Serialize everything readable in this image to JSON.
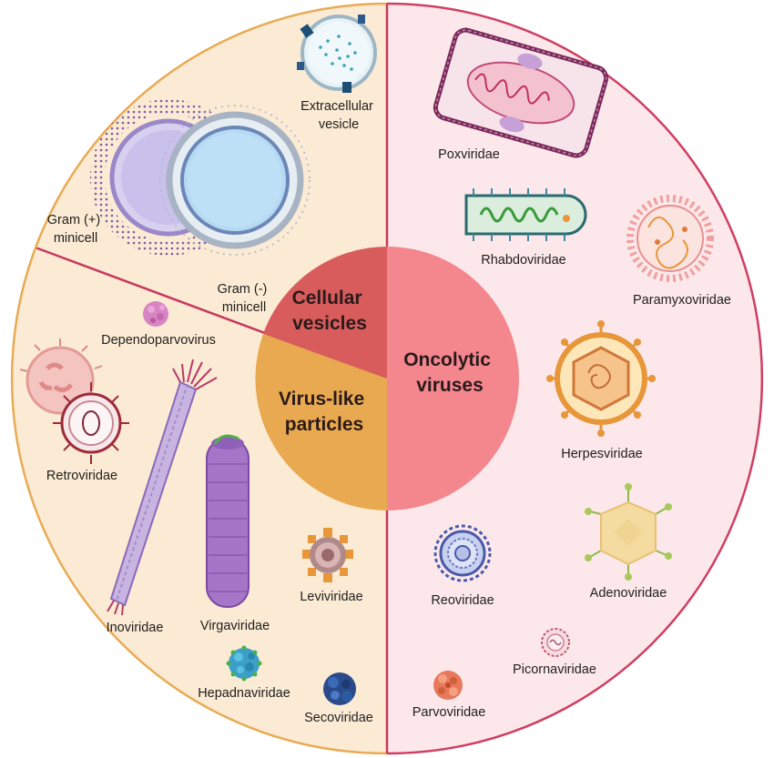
{
  "colors": {
    "left_bg": "#fcebd4",
    "right_bg": "#fce8ea",
    "left_border": "#e8ab55",
    "right_border": "#cf3f62",
    "divider": "#c63a5e",
    "cellular_center": "#d85c5c",
    "vlp_center": "#e9a950",
    "oncolytic_center": "#f4868e"
  },
  "center": {
    "cellular": [
      "Cellular",
      "vesicles"
    ],
    "vlp": [
      "Virus-like",
      "particles"
    ],
    "oncolytic": [
      "Oncolytic",
      "viruses"
    ]
  },
  "cellular_vesicles": {
    "extracellular_vesicle": [
      "Extracellular",
      "vesicle"
    ],
    "gram_pos": [
      "Gram (+)",
      "minicell"
    ],
    "gram_neg": [
      "Gram (-)",
      "minicell"
    ]
  },
  "virus_like_particles": {
    "dependoparvovirus": "Dependoparvovirus",
    "retroviridae": "Retroviridae",
    "inoviridae": "Inoviridae",
    "virgaviridae": "Virgaviridae",
    "leviviridae": "Leviviridae",
    "hepadnaviridae": "Hepadnaviridae",
    "secoviridae": "Secoviridae"
  },
  "oncolytic_viruses": {
    "poxviridae": "Poxviridae",
    "rhabdoviridae": "Rhabdoviridae",
    "paramyxoviridae": "Paramyxoviridae",
    "herpesviridae": "Herpesviridae",
    "adenoviridae": "Adenoviridae",
    "reoviridae": "Reoviridae",
    "picornaviridae": "Picornaviridae",
    "parvoviridae": "Parvoviridae"
  },
  "icons": [
    "extracellular-vesicle-icon",
    "gram-positive-minicell-icon",
    "gram-negative-minicell-icon",
    "dependoparvovirus-icon",
    "retroviridae-icon",
    "inoviridae-icon",
    "virgaviridae-icon",
    "leviviridae-icon",
    "hepadnaviridae-icon",
    "secoviridae-icon",
    "poxviridae-icon",
    "rhabdoviridae-icon",
    "paramyxoviridae-icon",
    "herpesviridae-icon",
    "adenoviridae-icon",
    "reoviridae-icon",
    "picornaviridae-icon",
    "parvoviridae-icon"
  ]
}
